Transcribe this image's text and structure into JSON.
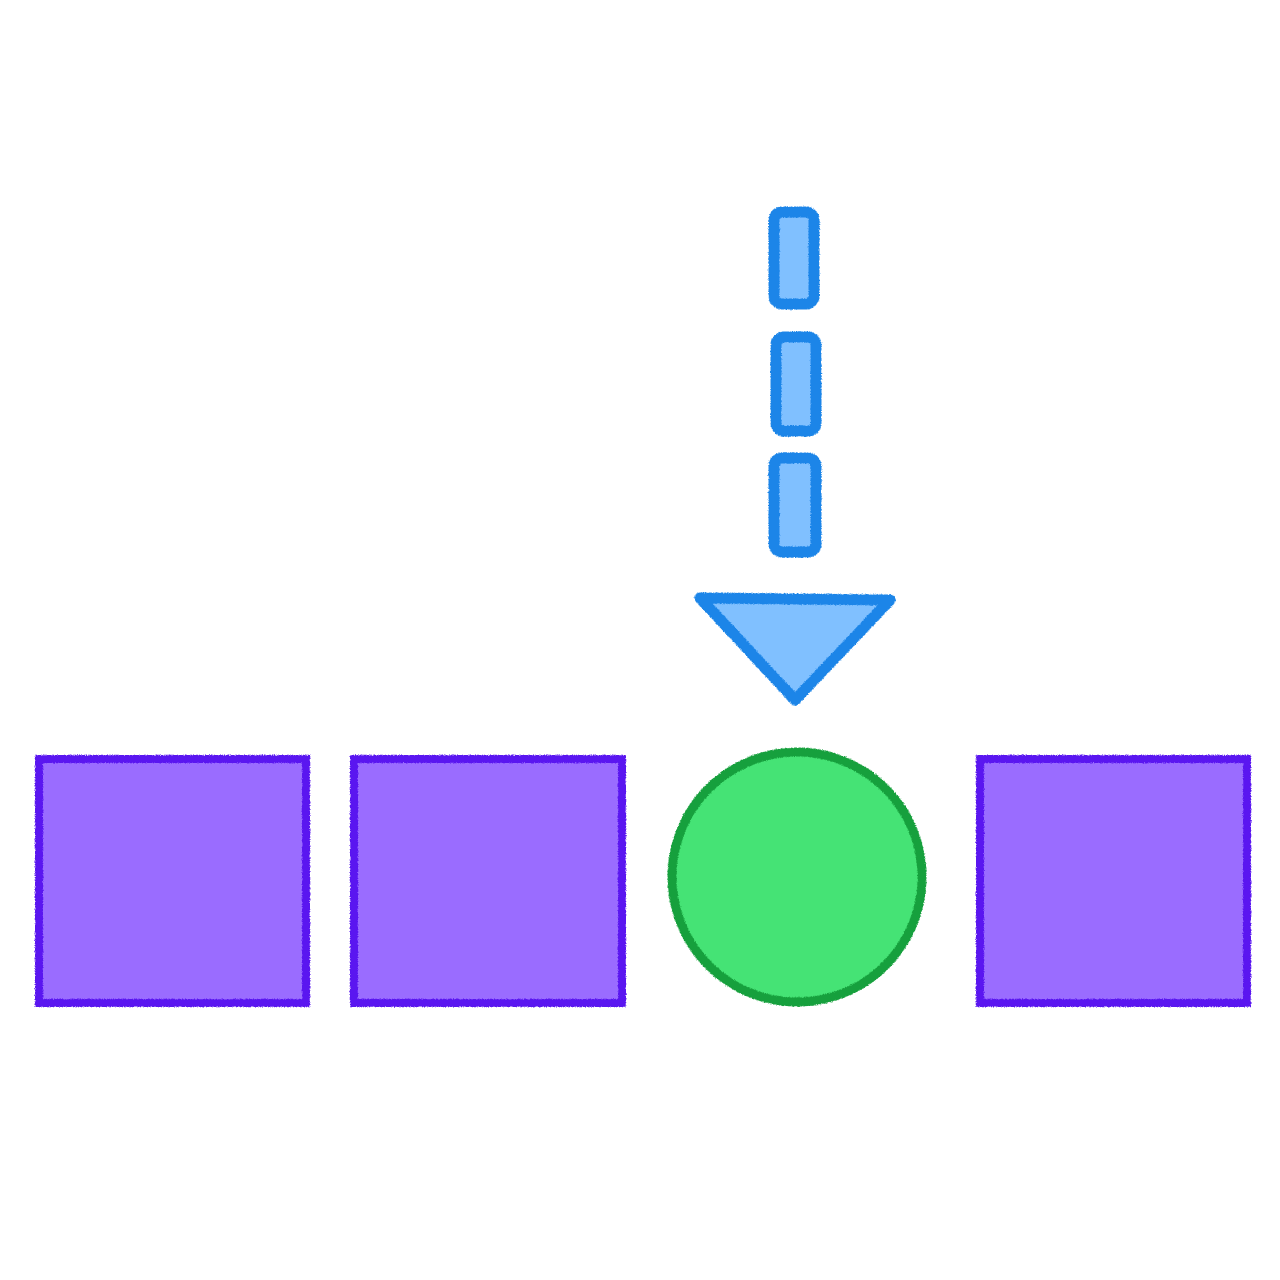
{
  "colors": {
    "background": "#ffffff",
    "arrow_fill": "#80c0ff",
    "arrow_stroke": "#1a85e8",
    "square_fill": "#9a6cff",
    "square_stroke": "#5a14f0",
    "circle_fill": "#45e375",
    "circle_stroke": "#17a03c"
  },
  "icons": {
    "arrow": "dashed-down-arrow-icon",
    "square": "square-shape",
    "circle": "circle-shape"
  },
  "sequence": [
    "square",
    "square",
    "circle",
    "square"
  ],
  "highlighted_index": 2
}
